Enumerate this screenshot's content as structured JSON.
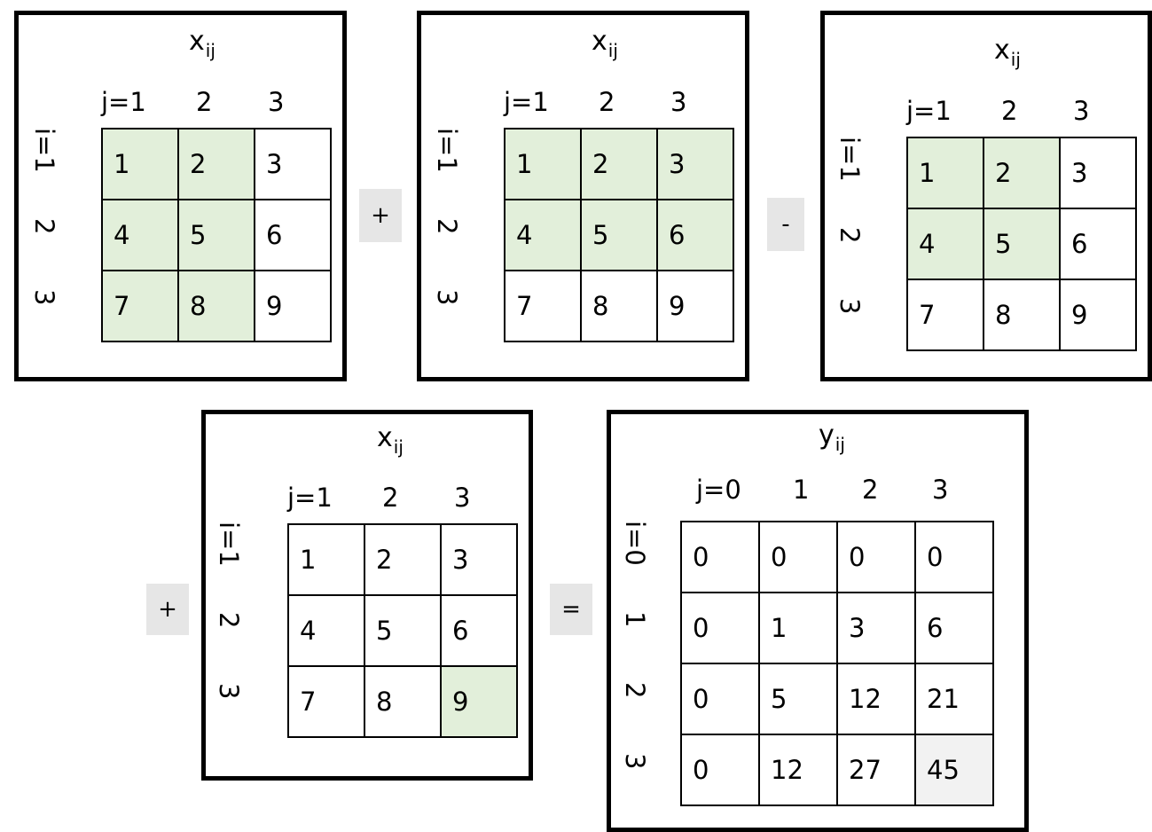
{
  "panels": [
    {
      "title_var": "x",
      "title_sub": "ij",
      "col_headers": [
        "j=1",
        "2",
        "3"
      ],
      "row_headers": [
        "i=1",
        "2",
        "3"
      ],
      "cells": [
        [
          "1",
          "2",
          "3"
        ],
        [
          "4",
          "5",
          "6"
        ],
        [
          "7",
          "8",
          "9"
        ]
      ],
      "highlight": [
        [
          true,
          true,
          false
        ],
        [
          true,
          true,
          false
        ],
        [
          true,
          true,
          false
        ]
      ]
    },
    {
      "title_var": "x",
      "title_sub": "ij",
      "col_headers": [
        "j=1",
        "2",
        "3"
      ],
      "row_headers": [
        "i=1",
        "2",
        "3"
      ],
      "cells": [
        [
          "1",
          "2",
          "3"
        ],
        [
          "4",
          "5",
          "6"
        ],
        [
          "7",
          "8",
          "9"
        ]
      ],
      "highlight": [
        [
          true,
          true,
          true
        ],
        [
          true,
          true,
          true
        ],
        [
          false,
          false,
          false
        ]
      ]
    },
    {
      "title_var": "x",
      "title_sub": "ij",
      "col_headers": [
        "j=1",
        "2",
        "3"
      ],
      "row_headers": [
        "i=1",
        "2",
        "3"
      ],
      "cells": [
        [
          "1",
          "2",
          "3"
        ],
        [
          "4",
          "5",
          "6"
        ],
        [
          "7",
          "8",
          "9"
        ]
      ],
      "highlight": [
        [
          true,
          true,
          false
        ],
        [
          true,
          true,
          false
        ],
        [
          false,
          false,
          false
        ]
      ]
    },
    {
      "title_var": "x",
      "title_sub": "ij",
      "col_headers": [
        "j=1",
        "2",
        "3"
      ],
      "row_headers": [
        "i=1",
        "2",
        "3"
      ],
      "cells": [
        [
          "1",
          "2",
          "3"
        ],
        [
          "4",
          "5",
          "6"
        ],
        [
          "7",
          "8",
          "9"
        ]
      ],
      "highlight": [
        [
          false,
          false,
          false
        ],
        [
          false,
          false,
          false
        ],
        [
          false,
          false,
          true
        ]
      ]
    },
    {
      "title_var": "y",
      "title_sub": "ij",
      "col_headers": [
        "j=0",
        "1",
        "2",
        "3"
      ],
      "row_headers": [
        "i=0",
        "1",
        "2",
        "3"
      ],
      "cells": [
        [
          "0",
          "0",
          "0",
          "0"
        ],
        [
          "0",
          "1",
          "3",
          "6"
        ],
        [
          "0",
          "5",
          "12",
          "21"
        ],
        [
          "0",
          "12",
          "27",
          "45"
        ]
      ],
      "highlight_grey": [
        3,
        3
      ]
    }
  ],
  "operators": [
    "+",
    "-",
    "+",
    "="
  ],
  "colors": {
    "highlight_green": "#e2efda",
    "highlight_grey": "#f2f2f2",
    "operator_bg": "#e6e6e6"
  }
}
